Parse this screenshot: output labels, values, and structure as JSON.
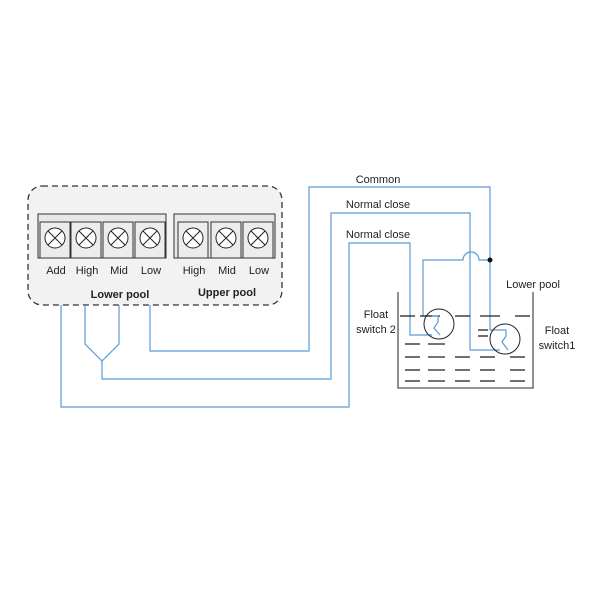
{
  "controller": {
    "terminals": [
      "Add",
      "High",
      "Mid",
      "Low",
      "High",
      "Mid",
      "Low"
    ],
    "lower_pool_label": "Lower pool",
    "upper_pool_label": "Upper pool"
  },
  "wires": {
    "common": "Common",
    "normal_close_1": "Normal close",
    "normal_close_2": "Normal close"
  },
  "tank": {
    "label": "Lower pool",
    "float_switch_2": [
      "Float",
      "switch 2"
    ],
    "float_switch_1": [
      "Float",
      "switch1"
    ]
  },
  "colors": {
    "wire": "#5b9bd5",
    "box_fill": "#f2f2f2"
  }
}
